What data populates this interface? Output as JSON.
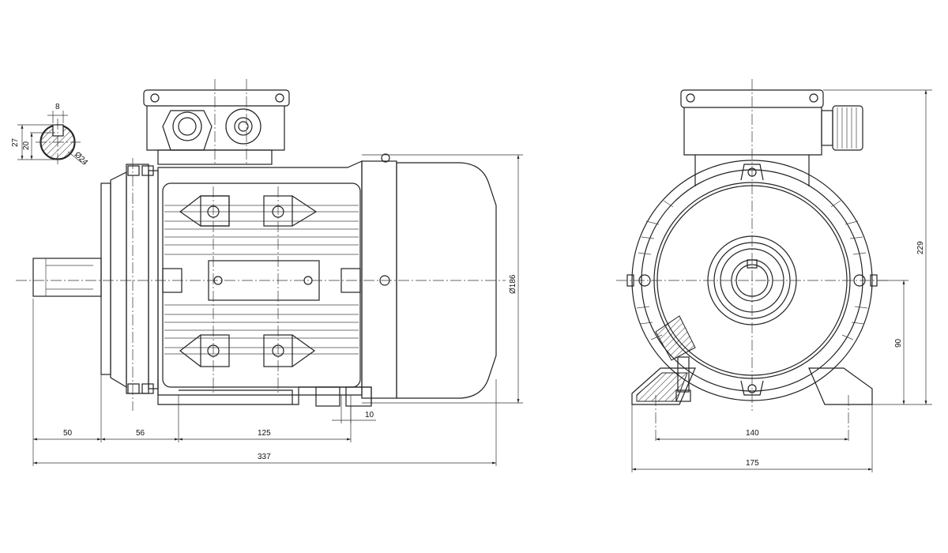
{
  "diagram": {
    "side_view": {
      "dim_shaft_length": "50",
      "dim_shaft_to_foot": "56",
      "dim_foot_holes": "125",
      "dim_overall_length": "337",
      "dim_foot_offset": "10",
      "dim_housing_diameter": "Ø186"
    },
    "shaft_detail": {
      "dim_key_width": "8",
      "dim_key_height": "27",
      "dim_shaft_radius": "20",
      "dim_shaft_diameter": "Ø24"
    },
    "front_view": {
      "dim_total_height": "229",
      "dim_axis_height": "90",
      "dim_foot_holes": "140",
      "dim_base_width": "175"
    }
  }
}
